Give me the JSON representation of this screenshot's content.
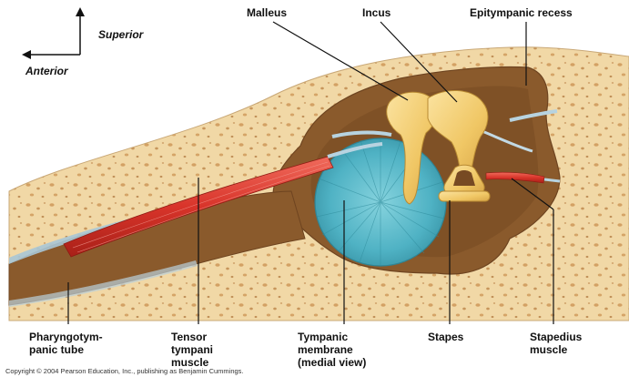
{
  "orientation": {
    "superior": "Superior",
    "anterior": "Anterior"
  },
  "labels": {
    "malleus": "Malleus",
    "incus": "Incus",
    "epitympanic_recess": "Epitympanic recess",
    "pharyngotympanic_tube": [
      "Pharyngotym-",
      "panic tube"
    ],
    "tensor_tympani": [
      "Tensor",
      "tympani",
      "muscle"
    ],
    "tympanic_membrane": [
      "Tympanic",
      "membrane",
      "(medial view)"
    ],
    "stapes": "Stapes",
    "stapedius": [
      "Stapedius",
      "muscle"
    ]
  },
  "copyright": "Copyright © 2004 Pearson Education, Inc., publishing as Benjamin Cummings.",
  "colors": {
    "bone": "#f1d8a6",
    "cavity": "#8a5a2c",
    "cavity_dark": "#6e4420",
    "ossicle": "#f2c96a",
    "membrane": "#54b8c8",
    "muscle": "#d9392e",
    "tube_lining": "#a9c7d6"
  }
}
